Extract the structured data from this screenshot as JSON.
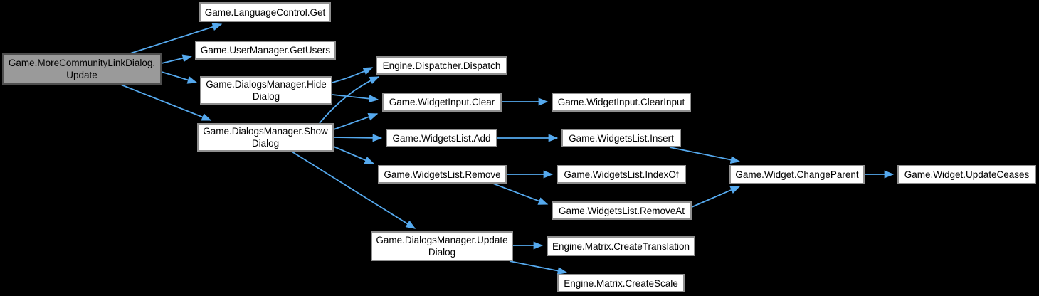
{
  "diagram": {
    "type": "call-graph",
    "colors": {
      "background": "#000000",
      "node_fill": "#ffffff",
      "node_border": "#8f8f8f",
      "focus_node_fill": "#9a9a9a",
      "focus_node_border": "#4f4f4f",
      "edge": "#55a9ee",
      "text": "#000000"
    },
    "nodes": [
      {
        "id": "update",
        "label": "Game.MoreCommunityLinkDialog.Update",
        "lines": [
          "Game.MoreCommunityLinkDialog.",
          "Update"
        ],
        "focus": true
      },
      {
        "id": "languagecontrol-get",
        "label": "Game.LanguageControl.Get",
        "lines": [
          "Game.LanguageControl.Get"
        ],
        "focus": false
      },
      {
        "id": "usermanager-getusers",
        "label": "Game.UserManager.GetUsers",
        "lines": [
          "Game.UserManager.GetUsers"
        ],
        "focus": false
      },
      {
        "id": "dialogsmanager-hidedialog",
        "label": "Game.DialogsManager.HideDialog",
        "lines": [
          "Game.DialogsManager.Hide",
          "Dialog"
        ],
        "focus": false
      },
      {
        "id": "dialogsmanager-showdialog",
        "label": "Game.DialogsManager.ShowDialog",
        "lines": [
          "Game.DialogsManager.Show",
          "Dialog"
        ],
        "focus": false
      },
      {
        "id": "dispatcher-dispatch",
        "label": "Engine.Dispatcher.Dispatch",
        "lines": [
          "Engine.Dispatcher.Dispatch"
        ],
        "focus": false
      },
      {
        "id": "widgetinput-clear",
        "label": "Game.WidgetInput.Clear",
        "lines": [
          "Game.WidgetInput.Clear"
        ],
        "focus": false
      },
      {
        "id": "widgetinput-clearinput",
        "label": "Game.WidgetInput.ClearInput",
        "lines": [
          "Game.WidgetInput.ClearInput"
        ],
        "focus": false
      },
      {
        "id": "widgetslist-add",
        "label": "Game.WidgetsList.Add",
        "lines": [
          "Game.WidgetsList.Add"
        ],
        "focus": false
      },
      {
        "id": "widgetslist-insert",
        "label": "Game.WidgetsList.Insert",
        "lines": [
          "Game.WidgetsList.Insert"
        ],
        "focus": false
      },
      {
        "id": "widgetslist-remove",
        "label": "Game.WidgetsList.Remove",
        "lines": [
          "Game.WidgetsList.Remove"
        ],
        "focus": false
      },
      {
        "id": "widgetslist-indexof",
        "label": "Game.WidgetsList.IndexOf",
        "lines": [
          "Game.WidgetsList.IndexOf"
        ],
        "focus": false
      },
      {
        "id": "widget-changeparent",
        "label": "Game.Widget.ChangeParent",
        "lines": [
          "Game.Widget.ChangeParent"
        ],
        "focus": false
      },
      {
        "id": "widget-updateceases",
        "label": "Game.Widget.UpdateCeases",
        "lines": [
          "Game.Widget.UpdateCeases"
        ],
        "focus": false
      },
      {
        "id": "widgetslist-removeat",
        "label": "Game.WidgetsList.RemoveAt",
        "lines": [
          "Game.WidgetsList.RemoveAt"
        ],
        "focus": false
      },
      {
        "id": "dialogsmanager-updatedialog",
        "label": "Game.DialogsManager.UpdateDialog",
        "lines": [
          "Game.DialogsManager.Update",
          "Dialog"
        ],
        "focus": false
      },
      {
        "id": "matrix-createtranslation",
        "label": "Engine.Matrix.CreateTranslation",
        "lines": [
          "Engine.Matrix.CreateTranslation"
        ],
        "focus": false
      },
      {
        "id": "matrix-createscale",
        "label": "Engine.Matrix.CreateScale",
        "lines": [
          "Engine.Matrix.CreateScale"
        ],
        "focus": false
      }
    ],
    "edges": [
      {
        "from": "update",
        "to": "languagecontrol-get"
      },
      {
        "from": "update",
        "to": "usermanager-getusers"
      },
      {
        "from": "update",
        "to": "dialogsmanager-hidedialog"
      },
      {
        "from": "update",
        "to": "dialogsmanager-showdialog"
      },
      {
        "from": "dialogsmanager-hidedialog",
        "to": "dispatcher-dispatch"
      },
      {
        "from": "dialogsmanager-hidedialog",
        "to": "widgetinput-clear"
      },
      {
        "from": "dialogsmanager-showdialog",
        "to": "dispatcher-dispatch"
      },
      {
        "from": "dialogsmanager-showdialog",
        "to": "widgetinput-clear"
      },
      {
        "from": "dialogsmanager-showdialog",
        "to": "widgetslist-add"
      },
      {
        "from": "dialogsmanager-showdialog",
        "to": "widgetslist-remove"
      },
      {
        "from": "dialogsmanager-showdialog",
        "to": "dialogsmanager-updatedialog"
      },
      {
        "from": "widgetinput-clear",
        "to": "widgetinput-clearinput"
      },
      {
        "from": "widgetslist-add",
        "to": "widgetslist-insert"
      },
      {
        "from": "widgetslist-remove",
        "to": "widgetslist-indexof"
      },
      {
        "from": "widgetslist-remove",
        "to": "widgetslist-removeat"
      },
      {
        "from": "widgetslist-insert",
        "to": "widget-changeparent"
      },
      {
        "from": "widgetslist-removeat",
        "to": "widget-changeparent"
      },
      {
        "from": "widget-changeparent",
        "to": "widget-updateceases"
      },
      {
        "from": "dialogsmanager-updatedialog",
        "to": "matrix-createtranslation"
      },
      {
        "from": "dialogsmanager-updatedialog",
        "to": "matrix-createscale"
      }
    ]
  }
}
